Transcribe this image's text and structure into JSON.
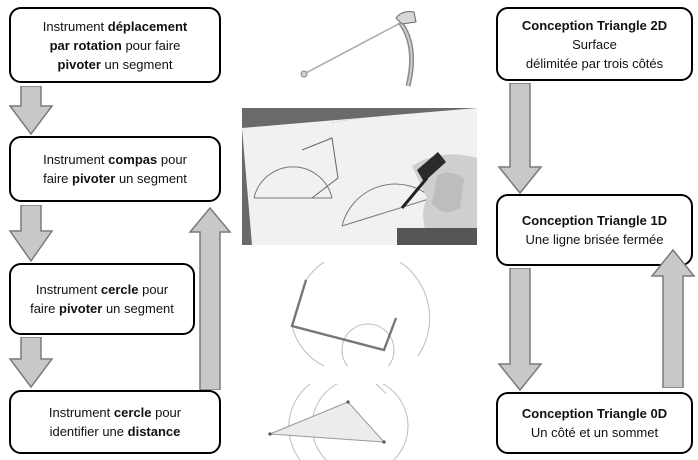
{
  "left_boxes": [
    {
      "parts": [
        [
          "Instrument ",
          false
        ],
        [
          "déplacement",
          true
        ],
        [
          "\n",
          false
        ],
        [
          "par rotation",
          true
        ],
        [
          " pour faire",
          false
        ],
        [
          "\n",
          false
        ],
        [
          "pivoter",
          true
        ],
        [
          " un segment",
          false
        ]
      ]
    },
    {
      "parts": [
        [
          "Instrument ",
          false
        ],
        [
          "compas",
          true
        ],
        [
          " pour",
          false
        ],
        [
          "\n",
          false
        ],
        [
          "faire ",
          false
        ],
        [
          "pivoter",
          true
        ],
        [
          " un segment",
          false
        ]
      ]
    },
    {
      "parts": [
        [
          "Instrument ",
          false
        ],
        [
          "cercle",
          true
        ],
        [
          " pour",
          false
        ],
        [
          "\n",
          false
        ],
        [
          "faire ",
          false
        ],
        [
          "pivoter",
          true
        ],
        [
          " un segment",
          false
        ]
      ]
    },
    {
      "parts": [
        [
          "Instrument ",
          false
        ],
        [
          "cercle",
          true
        ],
        [
          " pour",
          false
        ],
        [
          "\n",
          false
        ],
        [
          "identifier une ",
          false
        ],
        [
          "distance",
          true
        ]
      ]
    }
  ],
  "right_boxes": [
    {
      "title": "Conception Triangle 2D",
      "line1": "Surface",
      "line2": "délimitée par trois côtés"
    },
    {
      "title": "Conception Triangle 1D",
      "line1": "Une ligne brisée fermée",
      "line2": ""
    },
    {
      "title": "Conception Triangle 0D",
      "line1": "Un côté et un sommet",
      "line2": ""
    }
  ],
  "colors": {
    "arrow_fill": "#c8c8c8",
    "arrow_stroke": "#7a7a7a",
    "box_border": "#000000"
  }
}
